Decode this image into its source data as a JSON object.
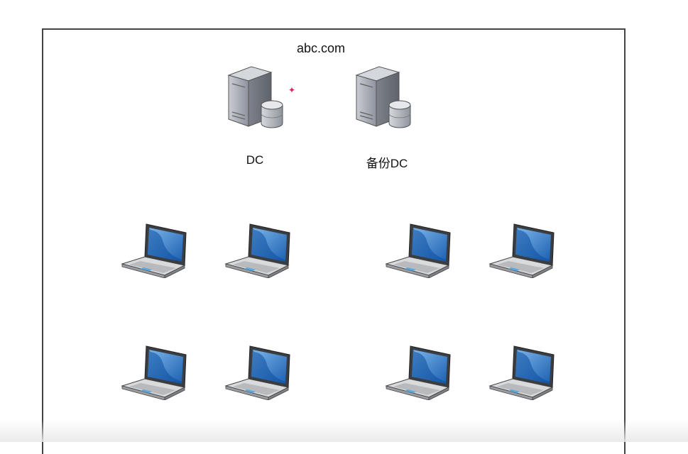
{
  "diagram": {
    "domain_label": "abc.com",
    "servers": [
      {
        "label": "DC"
      },
      {
        "label": "备份DC"
      }
    ],
    "laptops": [
      {},
      {},
      {},
      {},
      {},
      {},
      {},
      {}
    ],
    "colors": {
      "server_body": "#9ea3ad",
      "laptop_screen": "#1a74c9",
      "frame_border": "#444444"
    },
    "icons": {
      "server": "server-database-icon",
      "client": "laptop-icon"
    }
  }
}
